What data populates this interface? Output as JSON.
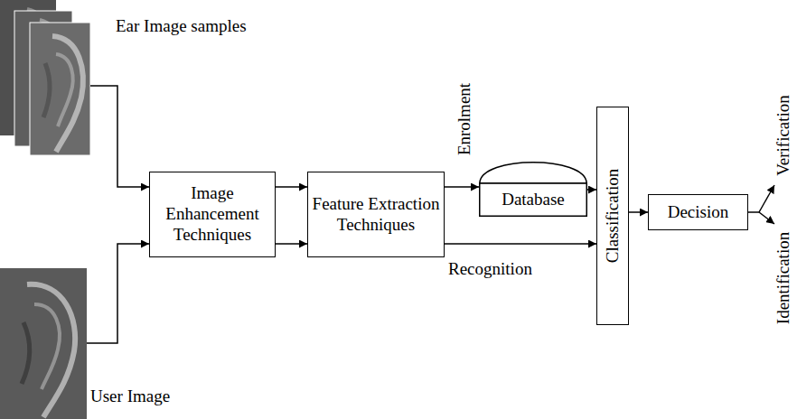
{
  "diagram": {
    "nodes": [
      {
        "text": [
          "Ear Image samples"
        ]
      },
      {
        "text": [
          "User Image"
        ]
      },
      {
        "text": [
          "Image Enhancement Techniques"
        ]
      },
      {
        "text": [
          "Feature Extraction Techniques"
        ]
      },
      {
        "text": [
          "Database"
        ]
      },
      {
        "text": [
          "Classification"
        ]
      },
      {
        "text": [
          "Decision"
        ]
      }
    ],
    "edges": [
      {
        "from": 0,
        "to": 2,
        "arrow": "to"
      },
      {
        "from": 1,
        "to": 2,
        "arrow": "to"
      },
      {
        "from": 2,
        "to": 3,
        "arrow": "to"
      },
      {
        "from": 2,
        "to": 3,
        "arrow": "to"
      },
      {
        "from": 3,
        "to": 4,
        "label": "Enrolment",
        "arrow": "to"
      },
      {
        "from": 3,
        "to": 5,
        "label": "Recognition",
        "arrow": "to"
      },
      {
        "from": 4,
        "to": 5,
        "arrow": "to"
      },
      {
        "from": 5,
        "to": 6,
        "arrow": "to"
      }
    ],
    "labels": [
      "Verification",
      "Identification"
    ]
  }
}
